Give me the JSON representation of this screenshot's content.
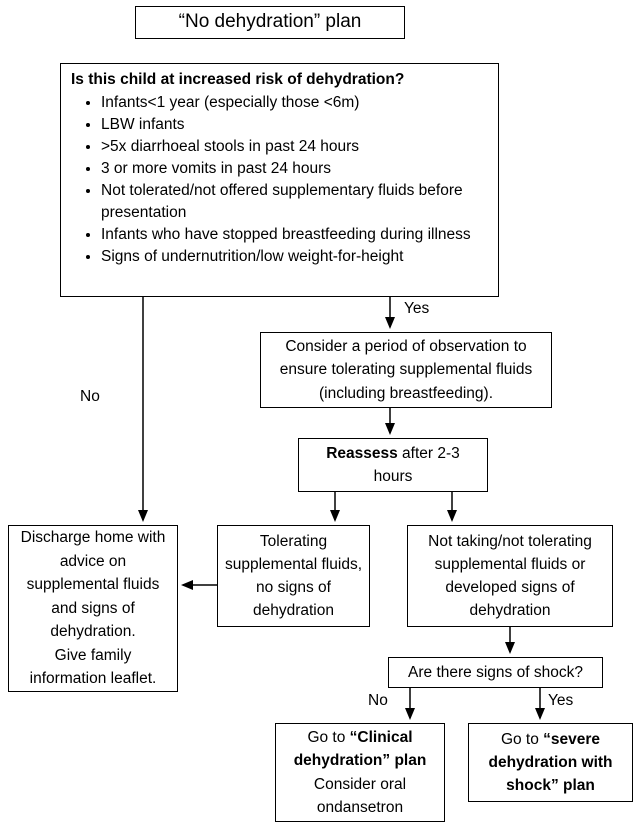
{
  "title": "“No dehydration” plan",
  "risk_box": {
    "heading": "Is this child at increased risk of dehydration?",
    "bullets": [
      "Infants<1 year (especially those <6m)",
      "LBW infants",
      ">5x diarrhoeal stools in past 24 hours",
      "3 or more vomits in past 24 hours",
      "Not tolerated/not offered supplementary fluids before presentation",
      "Infants who have stopped breastfeeding during illness",
      "Signs of undernutrition/low weight-for-height"
    ]
  },
  "labels": {
    "yes_top": "Yes",
    "no_left": "No",
    "no_shock": "No",
    "yes_shock": "Yes"
  },
  "observation_box": "Consider a period of observation to ensure tolerating supplemental fluids (including breastfeeding).",
  "reassess_box": {
    "bold": "Reassess",
    "rest": " after 2-3 hours"
  },
  "discharge_box": {
    "line1": "Discharge home with advice on supplemental fluids and signs of dehydration.",
    "line2": "Give family information leaflet."
  },
  "tolerating_box": "Tolerating supplemental fluids, no signs of dehydration",
  "not_tolerating_box": "Not taking/not tolerating supplemental fluids or developed signs of dehydration",
  "shock_box": "Are there signs of shock?",
  "clinical_box": {
    "prefix": "Go to ",
    "bold": "“Clinical dehydration” plan",
    "suffix": "Consider oral ondansetron"
  },
  "severe_box": {
    "prefix": "Go to ",
    "bold": "“severe dehydration with shock” plan"
  },
  "colors": {
    "border": "#000000",
    "background": "#ffffff",
    "text": "#000000"
  }
}
